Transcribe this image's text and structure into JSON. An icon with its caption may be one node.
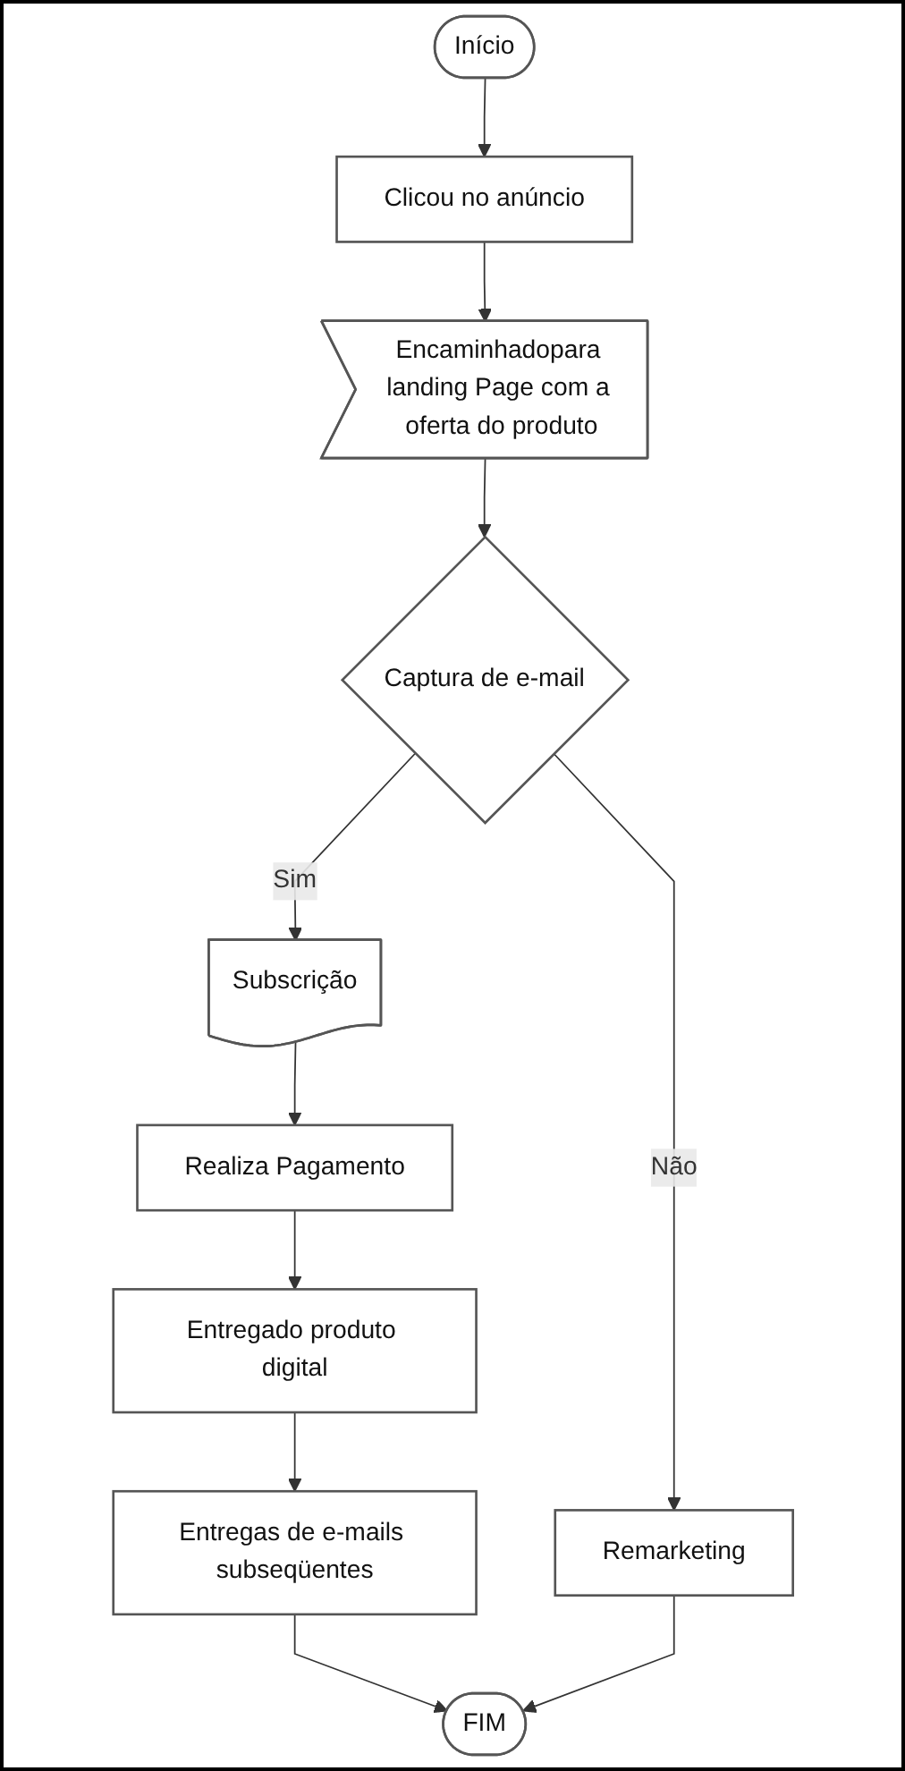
{
  "diagram": {
    "nodes": [
      {
        "text": [
          "Início"
        ]
      },
      {
        "text": [
          "Clicou no anúncio"
        ]
      },
      {
        "text": [
          "Encaminhadopara landing Page com a oferta do produto"
        ]
      },
      {
        "text": [
          "Captura de e-mail"
        ]
      },
      {
        "text": [
          "Remarketing"
        ]
      },
      {
        "text": [
          "Subscrição"
        ]
      },
      {
        "text": [
          "Realiza Pagamento"
        ]
      },
      {
        "text": [
          "Entregado produto digital"
        ]
      },
      {
        "text": [
          "Entregas de e-mails subseqüentes"
        ]
      },
      {
        "text": [
          "FIM"
        ]
      }
    ],
    "edges": [
      {
        "from": 0,
        "to": 1,
        "arrow": "to"
      },
      {
        "from": 1,
        "to": 2,
        "arrow": "to"
      },
      {
        "from": 2,
        "to": 3,
        "arrow": "to"
      },
      {
        "from": 3,
        "to": 4,
        "arrow": "to",
        "label": "Não"
      },
      {
        "from": 3,
        "to": 5,
        "arrow": "to",
        "label": "Sim"
      },
      {
        "from": 5,
        "to": 6,
        "arrow": "to"
      },
      {
        "from": 6,
        "to": 7,
        "arrow": "to"
      },
      {
        "from": 7,
        "to": 8,
        "arrow": "to"
      },
      {
        "from": 8,
        "to": 9,
        "arrow": "to"
      },
      {
        "from": 4,
        "to": 9,
        "arrow": "to"
      }
    ]
  }
}
